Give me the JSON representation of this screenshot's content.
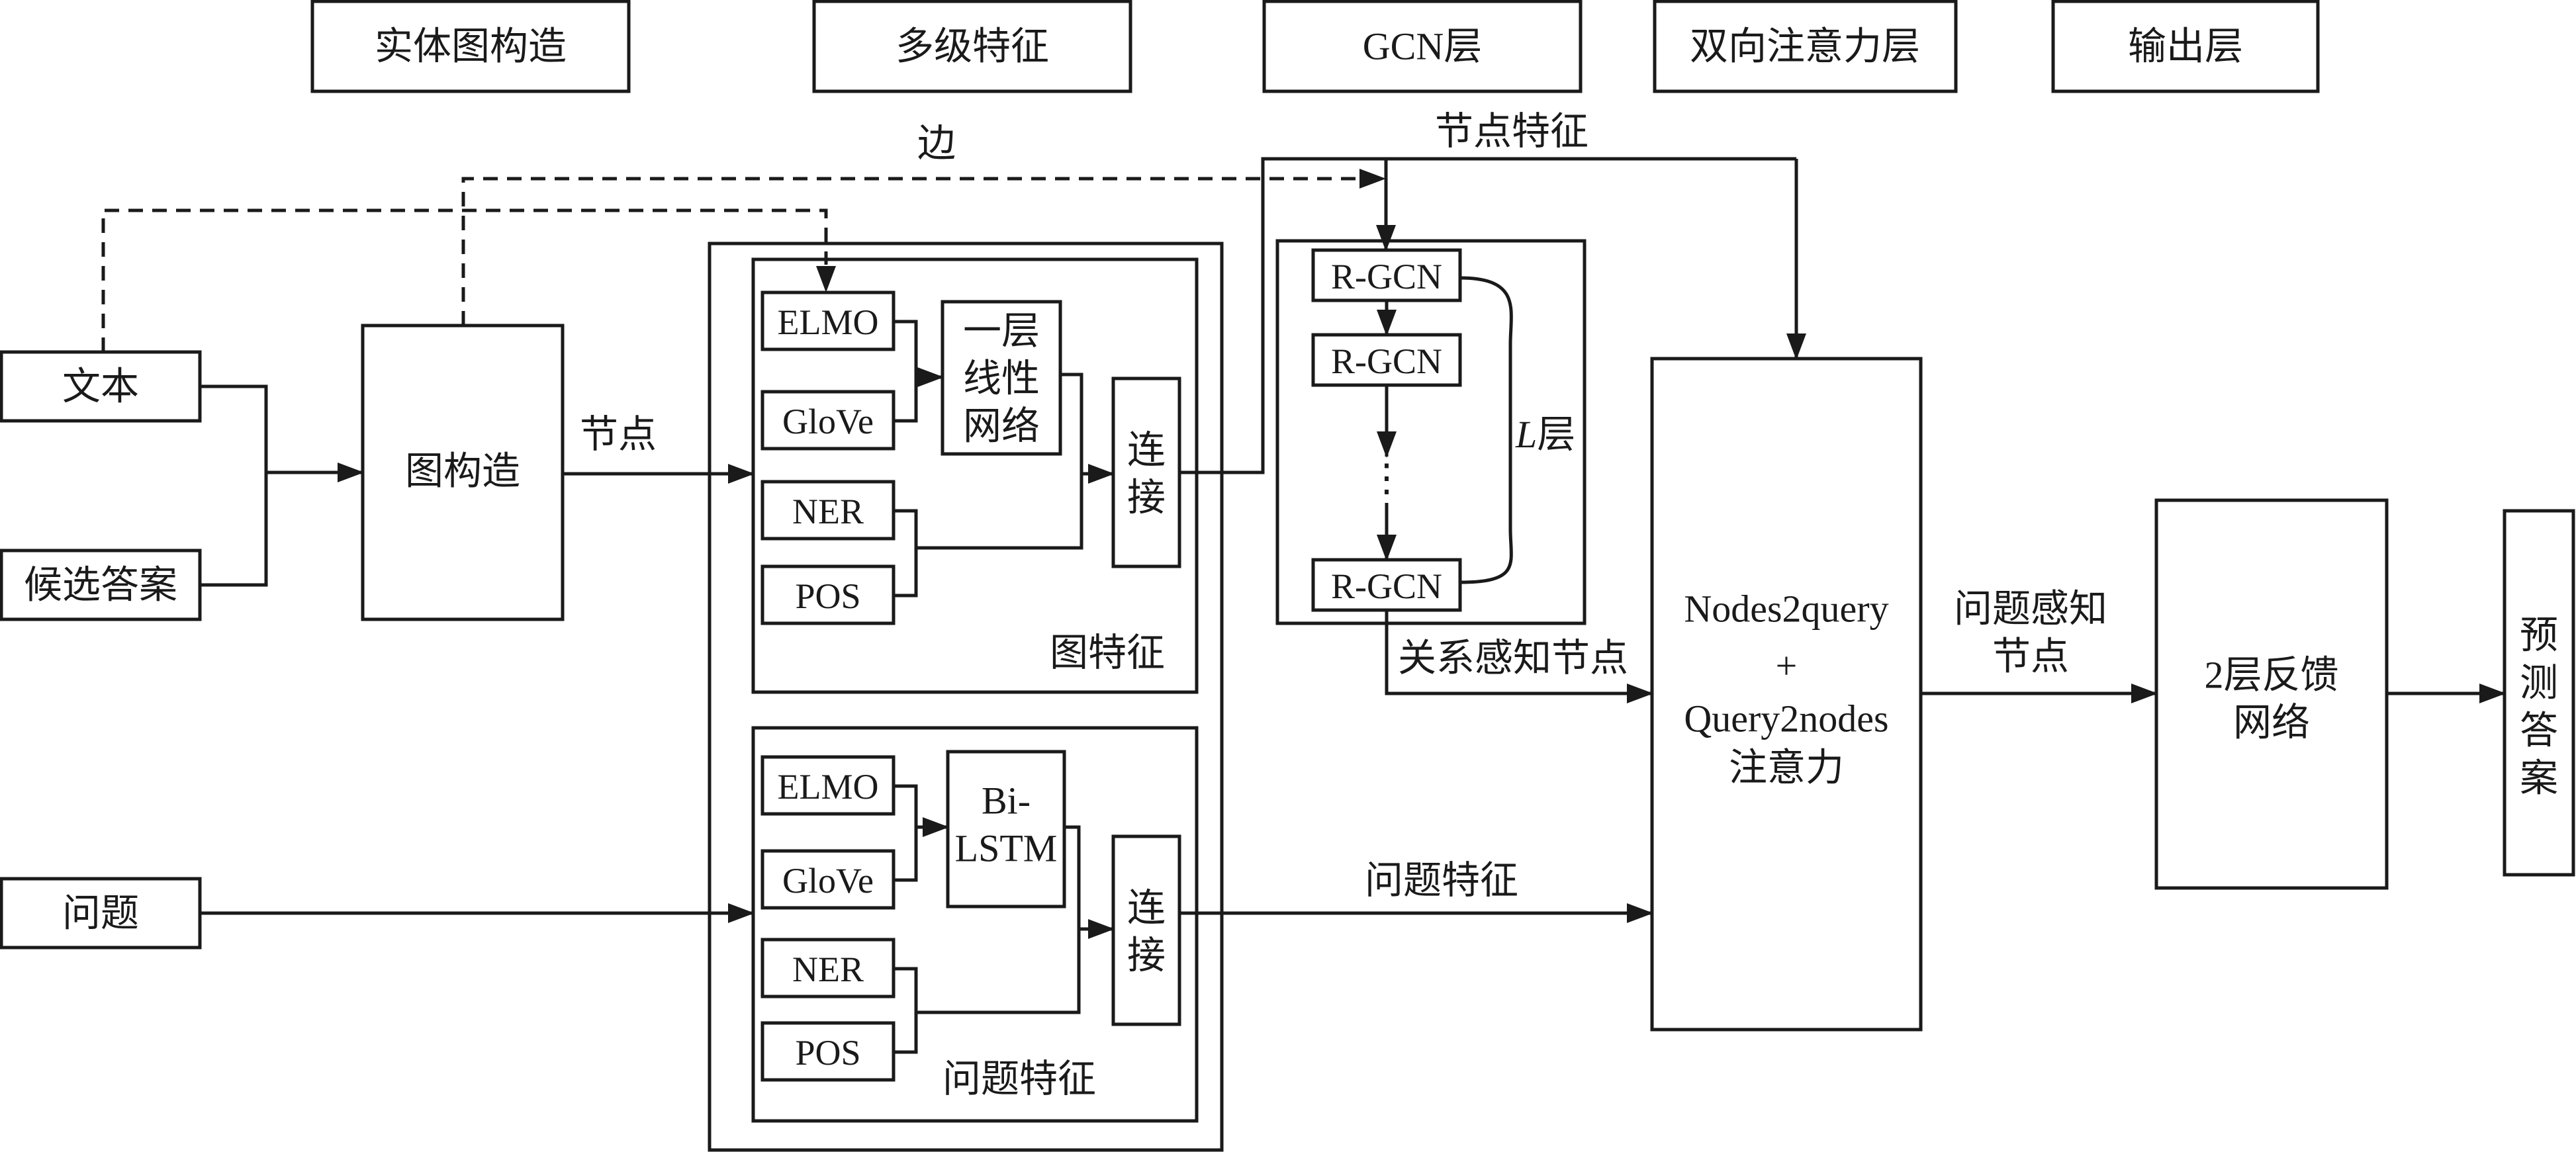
{
  "stages": {
    "s1": "实体图构造",
    "s2": "多级特征",
    "s3": "GCN层",
    "s4": "双向注意力层",
    "s5": "输出层"
  },
  "inputs": {
    "text": "文本",
    "candidates": "候选答案",
    "question": "问题"
  },
  "graph_build": "图构造",
  "edge_labels": {
    "edge": "边",
    "node": "节点",
    "node_feature": "节点特征",
    "relation_aware_node": "关系感知节点",
    "question_feature": "问题特征",
    "question_aware_line1": "问题感知",
    "question_aware_line2": "节点"
  },
  "graph_features": {
    "title": "图特征",
    "elmo": "ELMO",
    "glove": "GloVe",
    "ner": "NER",
    "pos": "POS",
    "linear_line1": "一层",
    "linear_line2": "线性",
    "linear_line3": "网络",
    "concat_line1": "连",
    "concat_line2": "接"
  },
  "question_features": {
    "title": "问题特征",
    "elmo": "ELMO",
    "glove": "GloVe",
    "ner": "NER",
    "pos": "POS",
    "bilstm_line1": "Bi-",
    "bilstm_line2": "LSTM",
    "concat_line1": "连",
    "concat_line2": "接"
  },
  "gcn": {
    "rgcn1": "R-GCN",
    "rgcn2": "R-GCN",
    "ellipsis": "⋮",
    "rgcn3": "R-GCN",
    "layers_var": "L",
    "layers_suffix": "层"
  },
  "attention": {
    "line1": "Nodes2query",
    "line2": "+",
    "line3": "Query2nodes",
    "line4": "注意力"
  },
  "feedback": {
    "line1": "2层反馈",
    "line2": "网络"
  },
  "output": {
    "c1": "预",
    "c2": "测",
    "c3": "答",
    "c4": "案"
  }
}
